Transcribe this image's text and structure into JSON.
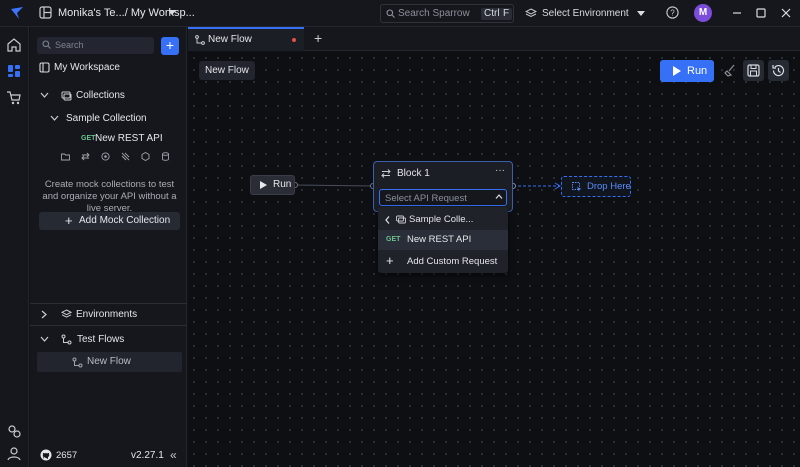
{
  "titlebar": {
    "workspace_label": "Monika's Te.../ My Worksp...",
    "search_placeholder": "Search Sparrow",
    "shortcut_ctrl": "Ctrl",
    "shortcut_key": "F",
    "environment_label": "Select Environment",
    "avatar_initial": "M"
  },
  "sidebar": {
    "search_placeholder": "Search",
    "add_label": "+",
    "workspace_title": "My Workspace",
    "collections_label": "Collections",
    "sample_collection_label": "Sample Collection",
    "request_method": "GET",
    "request_name": "New REST API",
    "mock_info": "Create mock collections to test and organize your API without a live server.",
    "add_mock_label": "Add Mock Collection",
    "environments_label": "Environments",
    "test_flows_label": "Test Flows",
    "flow_item_label": "New Flow",
    "github_stars": "2657",
    "version": "v2.27.1",
    "collapse_label": "«"
  },
  "tabs": [
    {
      "label": "New Flow",
      "unsaved": true
    }
  ],
  "canvas": {
    "flow_name": "New Flow",
    "run_button_label": "Run",
    "run_node_label": "Run",
    "block": {
      "title": "Block 1",
      "more_label": "···",
      "select_placeholder": "Select API Request"
    },
    "dropdown": {
      "back_label": "Sample Colle...",
      "request_method": "GET",
      "request_name": "New REST API",
      "custom_label": "Add Custom Request"
    },
    "drop_here_label": "Drop Here"
  },
  "colors": {
    "accent": "#3670f7",
    "get_method": "#69c28d",
    "unsaved_dot": "#e2524d",
    "avatar": "#7c4ddb"
  }
}
